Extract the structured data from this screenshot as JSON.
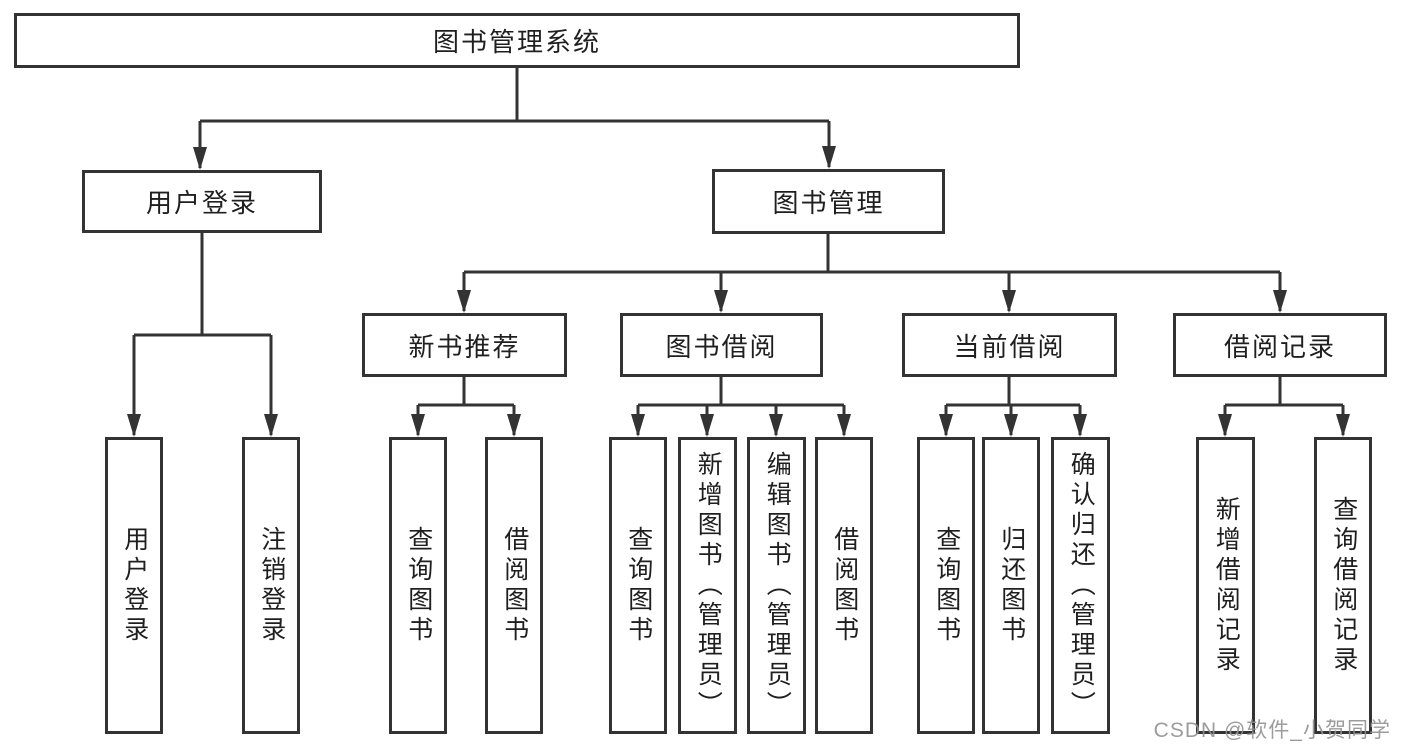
{
  "diagram": {
    "type": "hierarchy-tree",
    "orientation": "top-down",
    "colors": {
      "line": "#333333",
      "box_border": "#333333",
      "box_fill": "#ffffff",
      "text": "#1f1f1f",
      "watermark_text": "#919191",
      "background": "#ffffff"
    }
  },
  "tree": {
    "label": "图书管理系统",
    "children": [
      {
        "label": "用户登录",
        "children": [
          {
            "label": "用户登录"
          },
          {
            "label": "注销登录"
          }
        ]
      },
      {
        "label": "图书管理",
        "children": [
          {
            "label": "新书推荐",
            "children": [
              {
                "label": "查询图书"
              },
              {
                "label": "借阅图书"
              }
            ]
          },
          {
            "label": "图书借阅",
            "children": [
              {
                "label": "查询图书"
              },
              {
                "label": "新增图书（管理员）"
              },
              {
                "label": "编辑图书（管理员）"
              },
              {
                "label": "借阅图书"
              }
            ]
          },
          {
            "label": "当前借阅",
            "children": [
              {
                "label": "查询图书"
              },
              {
                "label": "归还图书"
              },
              {
                "label": "确认归还（管理员）"
              }
            ]
          },
          {
            "label": "借阅记录",
            "children": [
              {
                "label": "新增借阅记录"
              },
              {
                "label": "查询借阅记录"
              }
            ]
          }
        ]
      }
    ]
  },
  "watermark": {
    "text": "CSDN @软件_小贺同学"
  }
}
